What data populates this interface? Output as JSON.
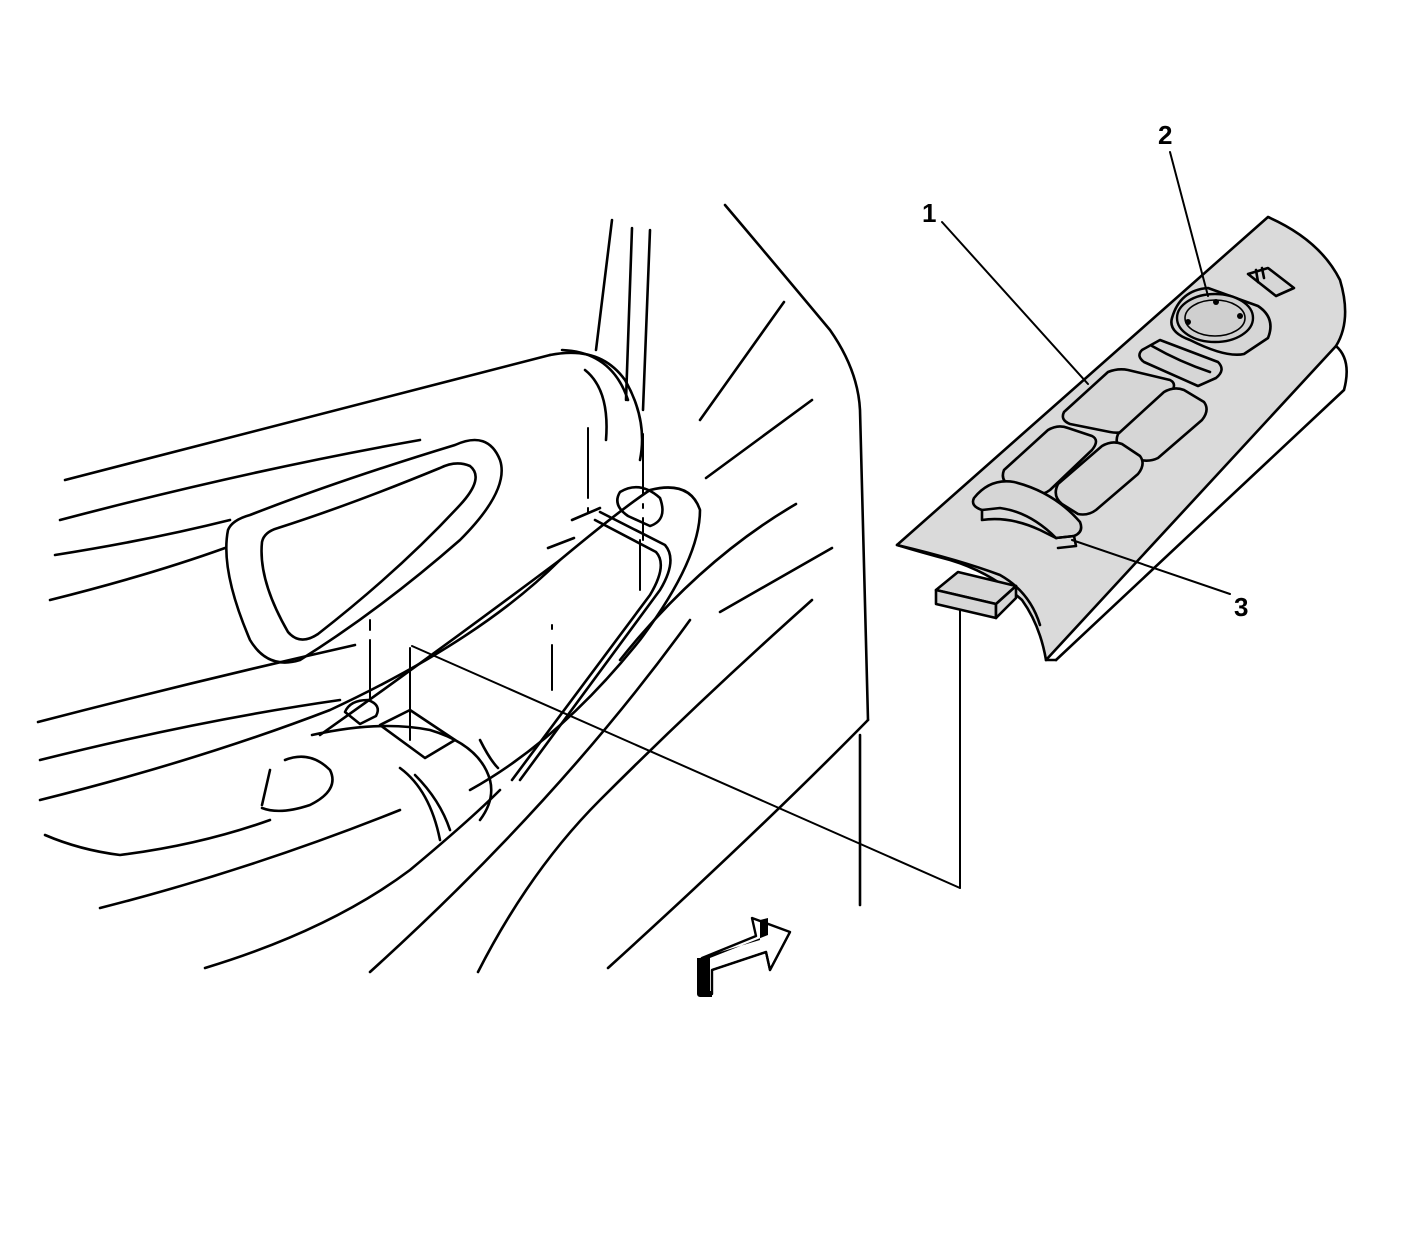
{
  "callouts": [
    {
      "number": "1",
      "part": "window-switch-buttons"
    },
    {
      "number": "2",
      "part": "mirror-control-switch"
    },
    {
      "number": "3",
      "part": "door-lock-switch"
    }
  ],
  "colors": {
    "line": "#000000",
    "background": "#ffffff",
    "switch_panel_fill": "#dadada",
    "button_fill": "#d6d6d6",
    "arrow_dark": "#000000"
  },
  "icons": [
    "direction-arrow-icon"
  ]
}
